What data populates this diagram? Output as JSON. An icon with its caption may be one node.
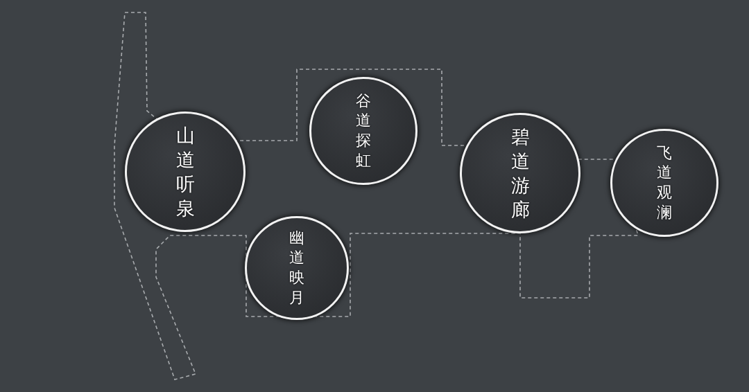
{
  "diagram": {
    "nodes": [
      {
        "text": [
          "山道听泉"
        ]
      },
      {
        "text": [
          "谷道探虹"
        ]
      },
      {
        "text": [
          "幽道映月"
        ]
      },
      {
        "text": [
          "碧道游廊"
        ]
      },
      {
        "text": [
          "飞道观澜"
        ]
      }
    ]
  }
}
